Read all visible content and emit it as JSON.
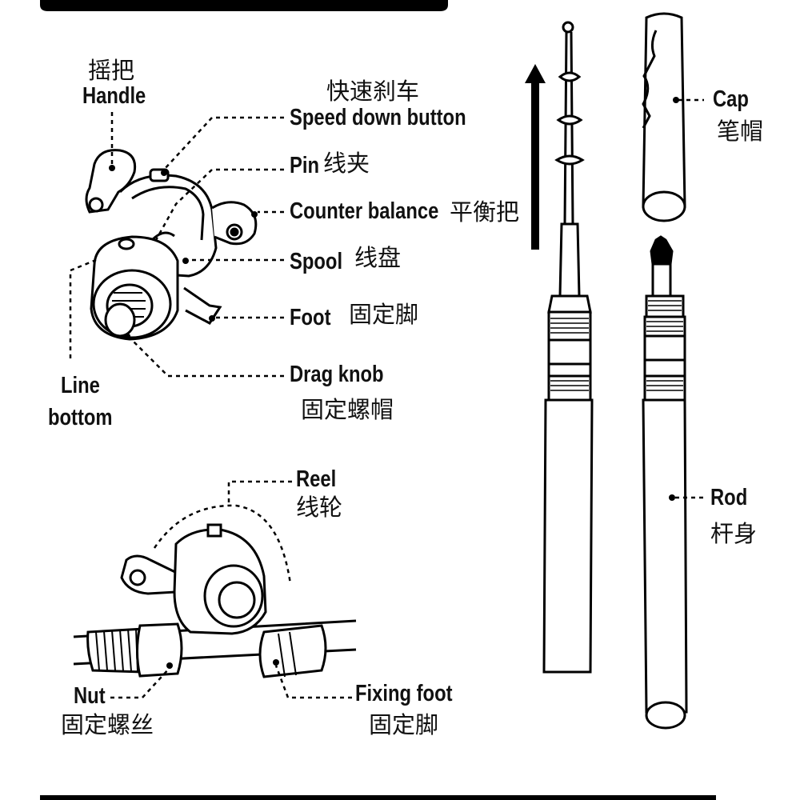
{
  "labels": {
    "handle": {
      "cn": "摇把",
      "en": "Handle"
    },
    "speed_down": {
      "cn": "快速刹车",
      "en": "Speed down button"
    },
    "pin": {
      "en": "Pin",
      "cn": "线夹"
    },
    "counter_balance": {
      "en": "Counter balance",
      "cn": "平衡把"
    },
    "spool": {
      "en": "Spool",
      "cn": "线盘"
    },
    "foot": {
      "en": "Foot",
      "cn": "固定脚"
    },
    "drag_knob": {
      "en": "Drag knob",
      "cn": "固定螺帽"
    },
    "line_bottom": {
      "en1": "Line",
      "en2": "bottom"
    },
    "reel": {
      "en": "Reel",
      "cn": "线轮"
    },
    "nut": {
      "en": "Nut",
      "cn": "固定螺丝"
    },
    "fixing_foot": {
      "en": "Fixing foot",
      "cn": "固定脚"
    },
    "cap": {
      "en": "Cap",
      "cn": "笔帽"
    },
    "rod": {
      "en": "Rod",
      "cn": "杆身"
    }
  }
}
